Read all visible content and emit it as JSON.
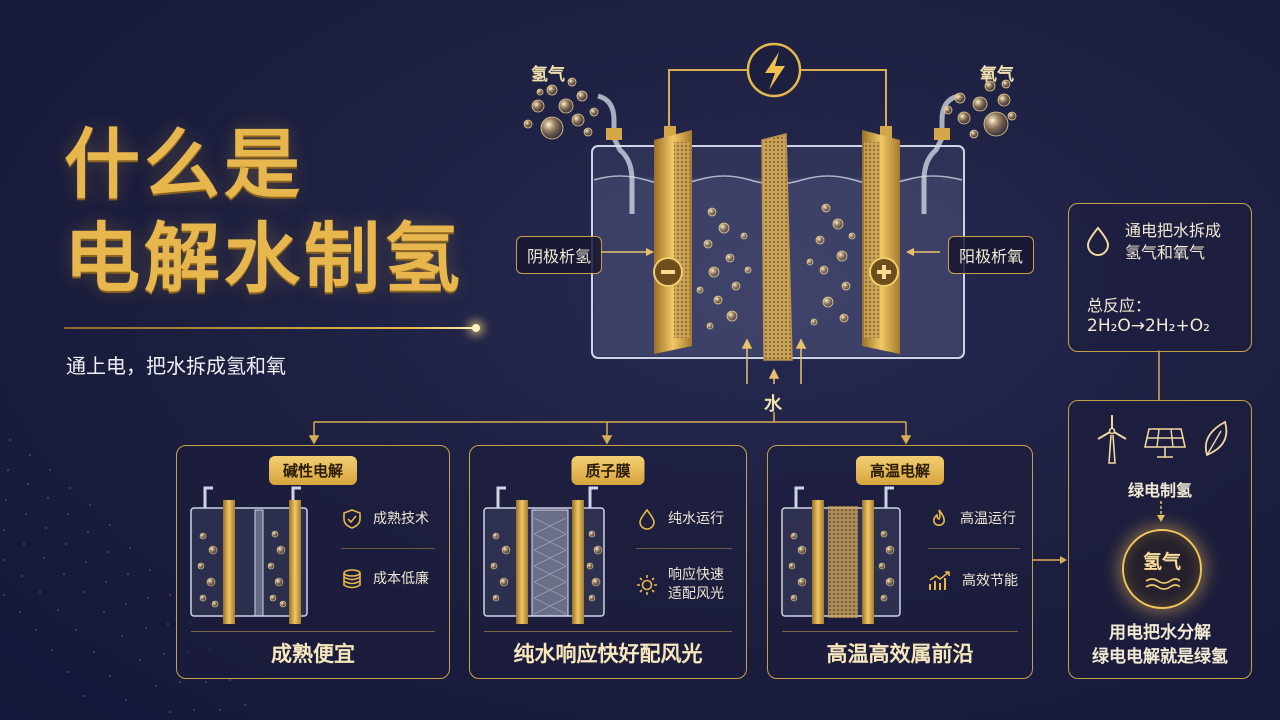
{
  "title_line1": "什么是",
  "title_line2": "电解水制氢",
  "subtitle": "通上电，把水拆成氢和氧",
  "cell": {
    "hydrogen_label": "氢气",
    "oxygen_label": "氧气",
    "cathode_label": "阴极析氢",
    "anode_label": "阳极析氧",
    "water_label": "水",
    "power_icon": "lightning-bolt-icon"
  },
  "panels": [
    {
      "tag": "碱性电解",
      "features": [
        {
          "icon": "shield-check-icon",
          "text": "成熟技术"
        },
        {
          "icon": "coin-stack-icon",
          "text": "成本低廉"
        }
      ],
      "footer": "成熟便宜"
    },
    {
      "tag": "质子膜",
      "features": [
        {
          "icon": "water-drop-icon",
          "text": "纯水运行"
        },
        {
          "icon": "sun-icon",
          "text_line1": "响应快速",
          "text_line2": "适配风光"
        }
      ],
      "footer": "纯水响应快好配风光"
    },
    {
      "tag": "高温电解",
      "features": [
        {
          "icon": "flame-icon",
          "text": "高温运行"
        },
        {
          "icon": "trend-chart-icon",
          "text": "高效节能"
        }
      ],
      "footer": "高温高效属前沿"
    }
  ],
  "reaction_box": {
    "line1": "通电把水拆成",
    "line2": "氢气和氧气",
    "total_label": "总反应：",
    "equation": "2H₂O→2H₂+O₂"
  },
  "green_box": {
    "icons": [
      "wind-turbine-icon",
      "solar-panel-icon",
      "leaf-icon"
    ],
    "green_power_label": "绿电制氢",
    "hydrogen_badge": "氢气",
    "summary_line1": "用电把水分解",
    "summary_line2": "绿电电解就是绿氢"
  },
  "colors": {
    "background": "#1c1e3e",
    "gold": "#e9b84a",
    "gold_border": "#c9a04a",
    "text_light": "#f3ead4"
  }
}
